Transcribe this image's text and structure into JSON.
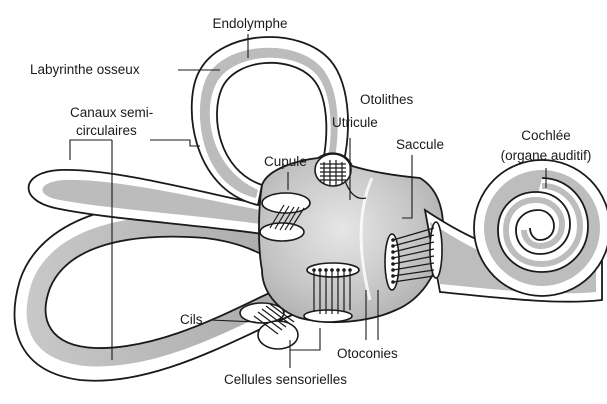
{
  "diagram": {
    "labels": {
      "endolymphe": "Endolymphe",
      "labyrinthe": "Labyrinthe osseux",
      "canaux_line1": "Canaux semi-",
      "canaux_line2": "circulaires",
      "otolithes": "Otolithes",
      "utricule": "Utricule",
      "saccule": "Saccule",
      "cochlee_line1": "Cochlée",
      "cochlee_line2": "(organe auditif)",
      "cupule": "Cupule",
      "cils": "Cils",
      "otoconies": "Otoconies",
      "cellules": "Cellules sensorielles"
    },
    "colors": {
      "outline": "#1a1a1a",
      "fluid": "#bdbdbd",
      "vestibule_light": "#e2e2e2",
      "vestibule_dark": "#a9a9a9",
      "bone": "#ffffff"
    }
  }
}
